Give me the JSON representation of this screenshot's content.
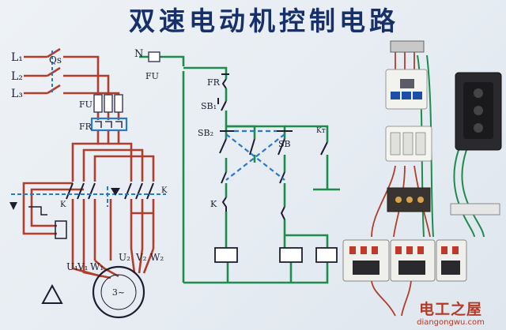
{
  "title": "双速电动机控制电路",
  "labels": {
    "l1": "L₁",
    "l2": "L₂",
    "l3": "L₃",
    "qs": "Qs",
    "n": "N",
    "fu_ctrl": "FU",
    "fu_main": "FU",
    "fr_main": "FR",
    "fr_ctrl": "FR",
    "sb1": "SB₁",
    "sb2": "SB₂",
    "sb": "SB",
    "km": "K",
    "k": "K",
    "kt": "Kᴛ",
    "u1": "U₁",
    "v1": "V₁",
    "w1": "W₁",
    "u2": "U₂",
    "v2": "V₂",
    "w2": "W₂",
    "motor": "3~"
  },
  "watermark": {
    "cn": "电工之屋",
    "url": "diangongwu.com"
  },
  "colors": {
    "power": "#b13d2d",
    "control": "#1d8c4c",
    "mech": "#2a78c8",
    "title": "#18306a"
  }
}
